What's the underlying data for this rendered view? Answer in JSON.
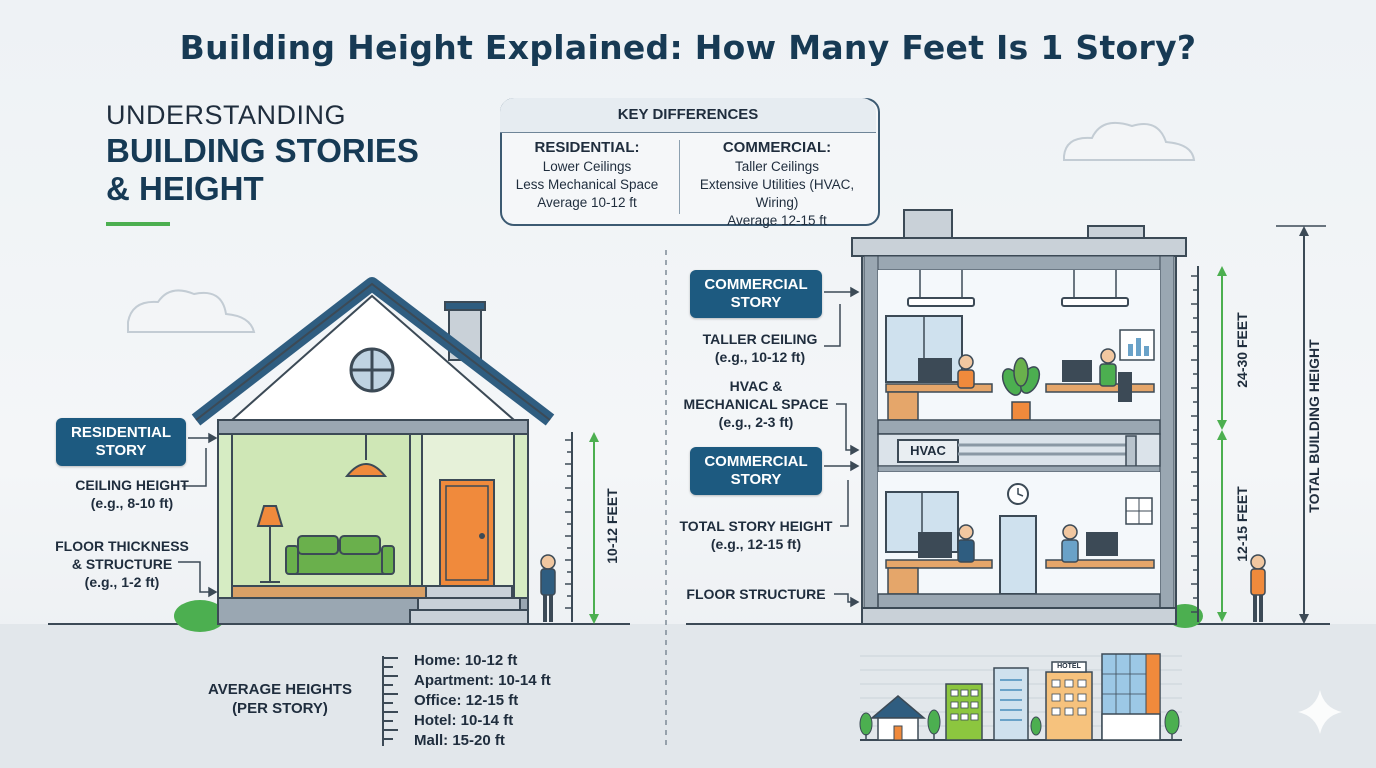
{
  "title": "Building Height Explained: How Many Feet Is 1 Story?",
  "subtitle": {
    "line1": "UNDERSTANDING",
    "line2": "BUILDING STORIES",
    "line3": "& HEIGHT"
  },
  "key_differences": {
    "heading": "KEY DIFFERENCES",
    "residential": {
      "title": "RESIDENTIAL:",
      "items": [
        "Lower Ceilings",
        "Less Mechanical Space",
        "Average 10-12 ft"
      ]
    },
    "commercial": {
      "title": "COMMERCIAL:",
      "items": [
        "Taller Ceilings",
        "Extensive Utilities (HVAC,",
        "Wiring)",
        "Average 12-15 ft"
      ]
    }
  },
  "residential": {
    "badge": [
      "RESIDENTIAL",
      "STORY"
    ],
    "ceiling": [
      "CEILING HEIGHT",
      "(e.g., 8-10 ft)"
    ],
    "floor": [
      "FLOOR THICKNESS",
      "& STRUCTURE",
      "(e.g., 1-2 ft)"
    ],
    "dimension": "10-12 FEET"
  },
  "commercial": {
    "badge_top": [
      "COMMERCIAL",
      "STORY"
    ],
    "taller": [
      "TALLER CEILING",
      "(e.g., 10-12 ft)"
    ],
    "hvac": [
      "HVAC &",
      "MECHANICAL SPACE",
      "(e.g., 2-3 ft)"
    ],
    "badge_bottom": [
      "COMMERCIAL",
      "STORY"
    ],
    "total": [
      "TOTAL STORY HEIGHT",
      "(e.g., 12-15 ft)"
    ],
    "floor_structure": "FLOOR STRUCTURE",
    "hvac_sign": "HVAC",
    "dim_top": "24-30 FEET",
    "dim_bottom": "12-15 FEET",
    "dim_total": "TOTAL BUILDING HEIGHT"
  },
  "average": {
    "label": [
      "AVERAGE HEIGHTS",
      "(PER STORY)"
    ],
    "items": [
      "Home: 10-12 ft",
      "Apartment: 10-14 ft",
      "Office: 12-15 ft",
      "Hotel: 10-14 ft",
      "Mall: 15-20 ft"
    ]
  },
  "skyline": {
    "hotel_sign": "HOTEL"
  },
  "colors": {
    "navy": "#173a54",
    "badge": "#1d5a80",
    "green": "#4caf50",
    "roof": "#2f5d80",
    "door": "#f08a3c"
  }
}
